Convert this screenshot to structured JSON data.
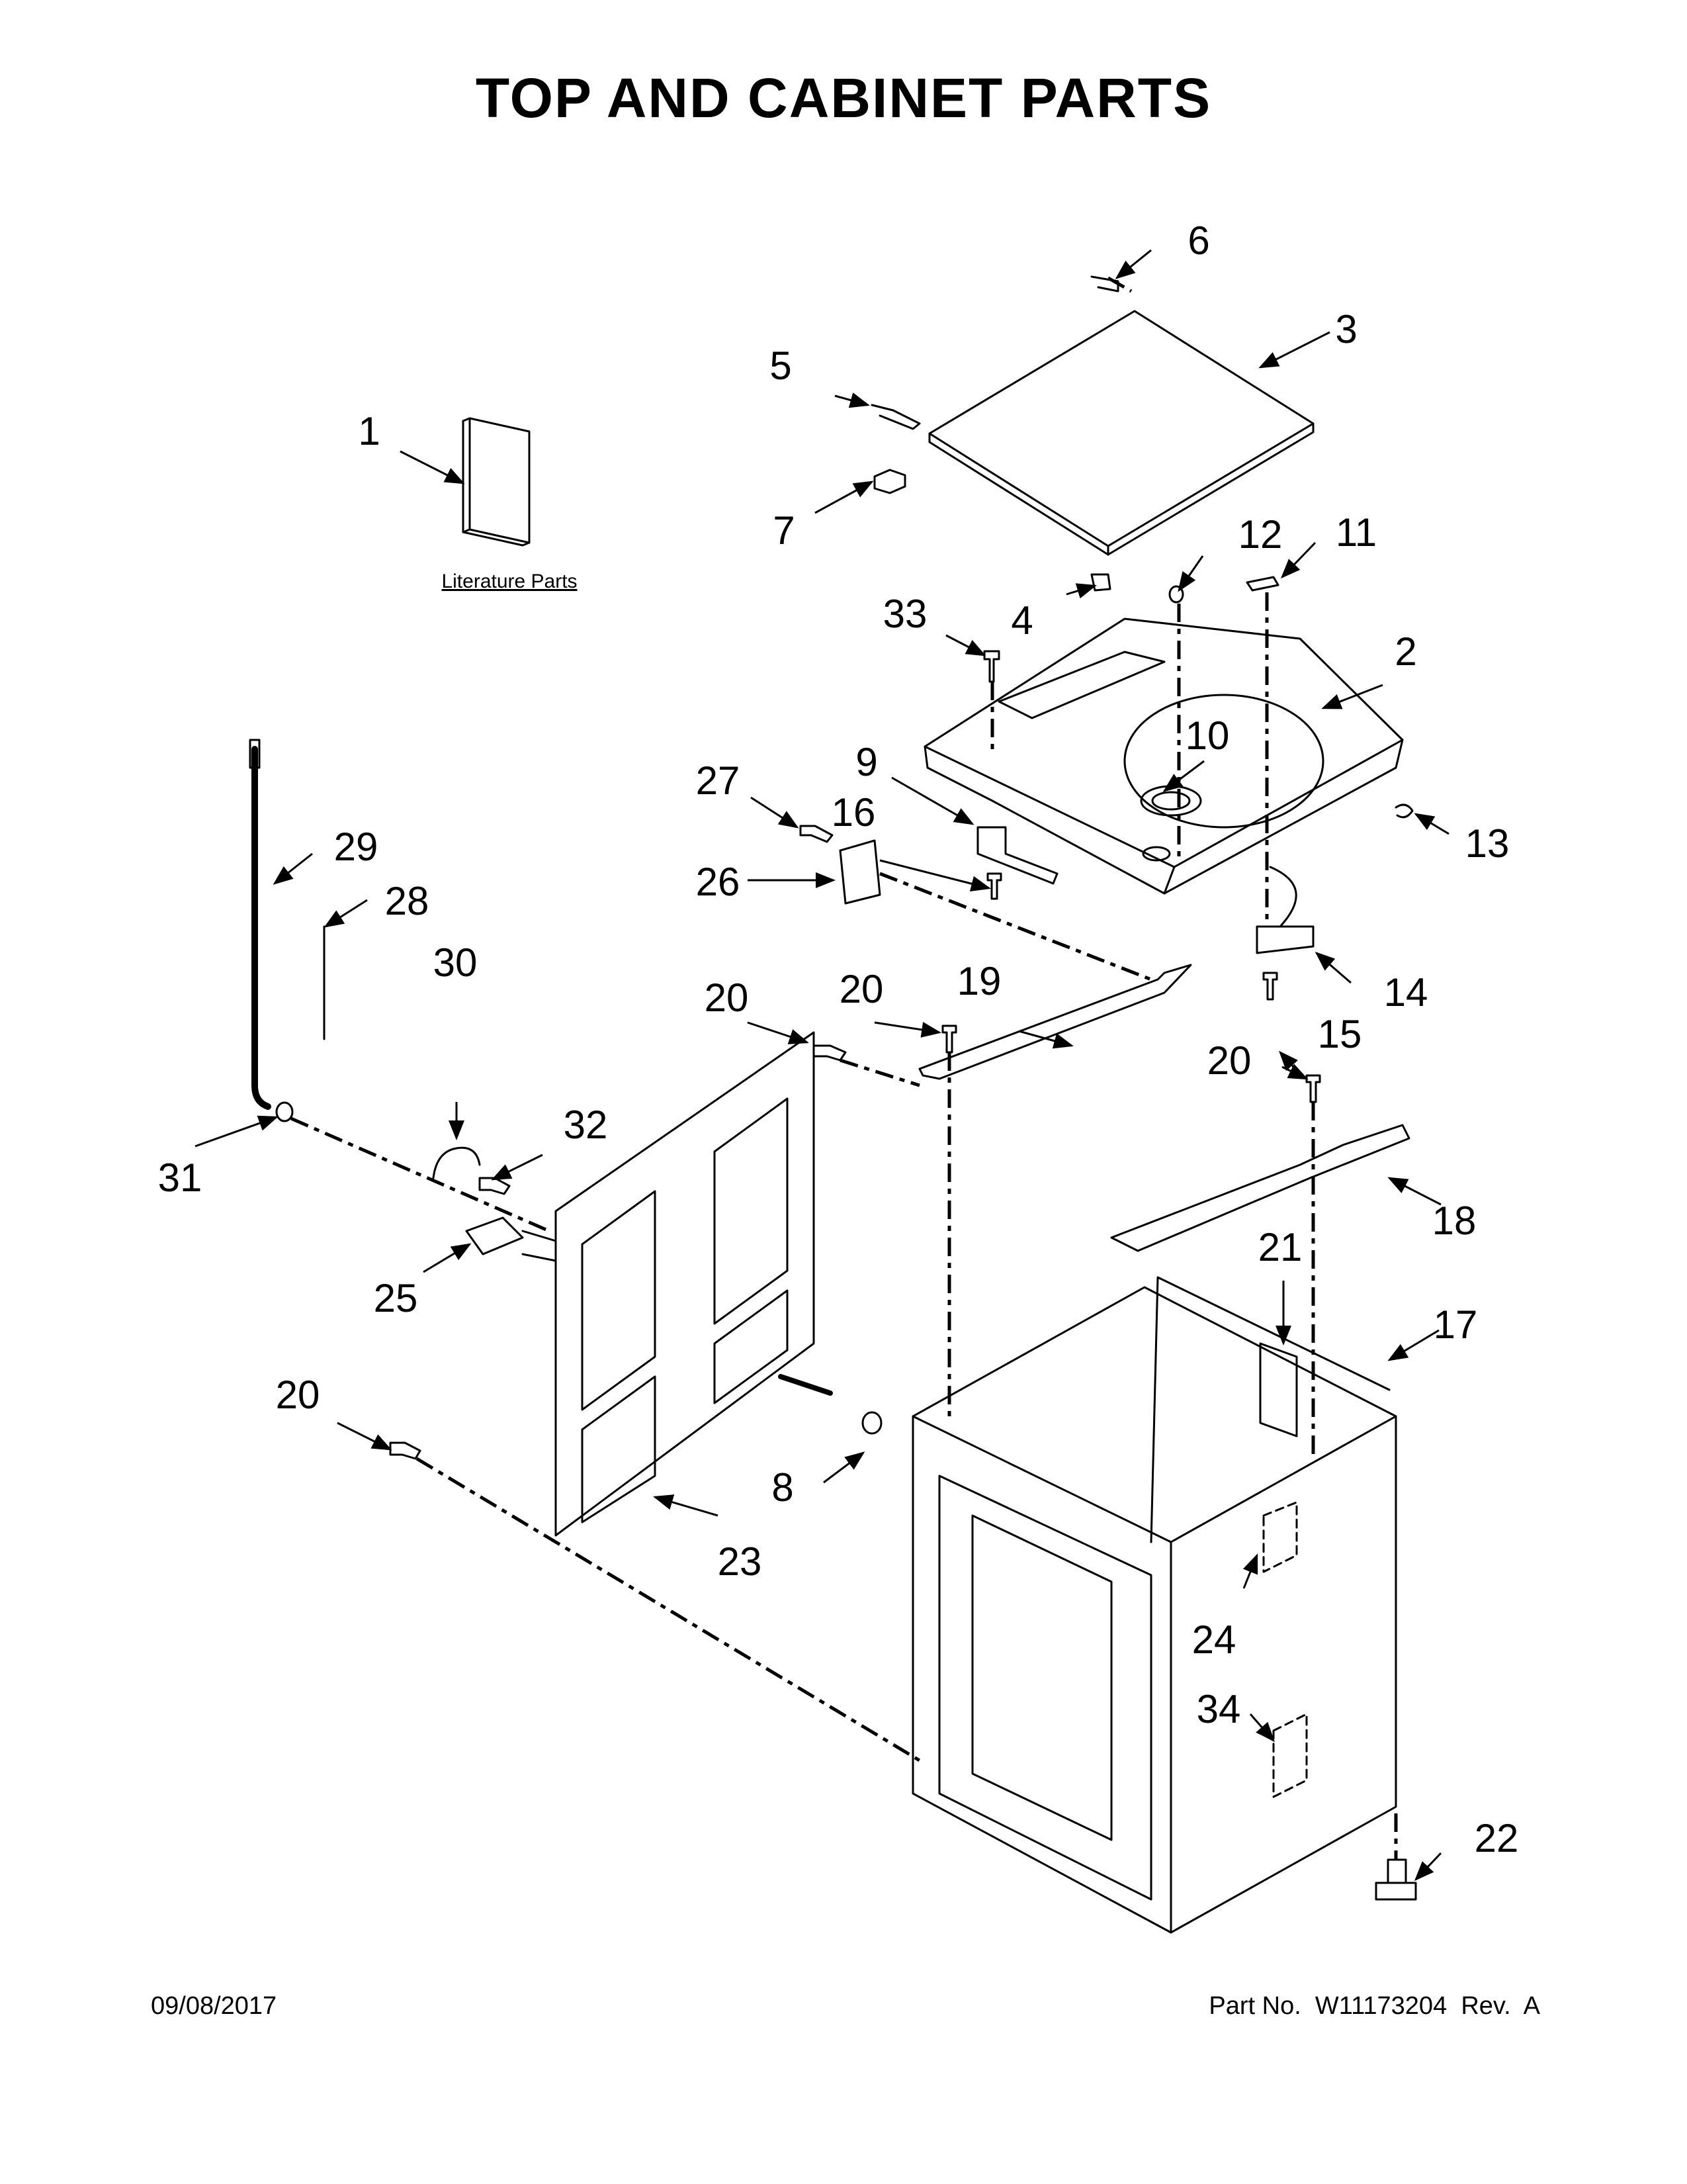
{
  "title": "TOP AND CABINET PARTS",
  "literature_label": "Literature Parts",
  "callouts": [
    "1",
    "2",
    "3",
    "4",
    "5",
    "6",
    "7",
    "8",
    "9",
    "10",
    "11",
    "12",
    "13",
    "14",
    "15",
    "16",
    "17",
    "18",
    "19",
    "20",
    "20",
    "20",
    "20",
    "21",
    "22",
    "23",
    "24",
    "25",
    "26",
    "27",
    "28",
    "29",
    "30",
    "31",
    "32",
    "33",
    "34"
  ],
  "footer": {
    "date": "09/08/2017",
    "part": "Part No.  W11173204  Rev.  A"
  }
}
